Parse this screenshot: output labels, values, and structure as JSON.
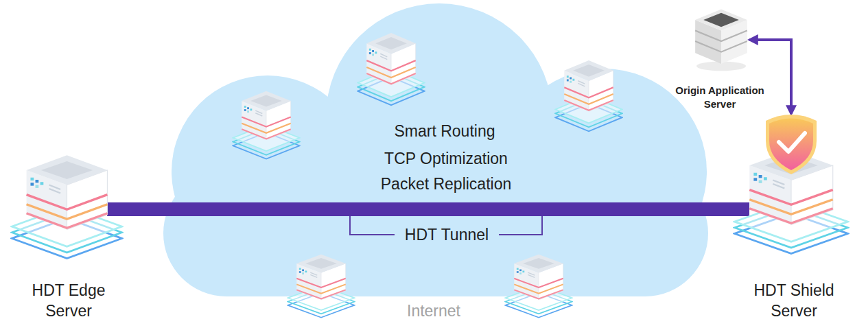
{
  "diagram": {
    "nodes": [
      {
        "text": [
          "HDT Edge Server"
        ]
      },
      {
        "text": [
          "Smart Routing",
          "TCP Optimization",
          "Packet Replication",
          "Internet"
        ]
      },
      {
        "text": [
          "Origin Application Server"
        ]
      },
      {
        "text": [
          "HDT Shield Server"
        ]
      }
    ],
    "edges": [
      {
        "from": 0,
        "to": 3,
        "arrow": "none",
        "label": "HDT Tunnel"
      },
      {
        "from": 3,
        "to": 2,
        "arrow": "both"
      }
    ]
  }
}
